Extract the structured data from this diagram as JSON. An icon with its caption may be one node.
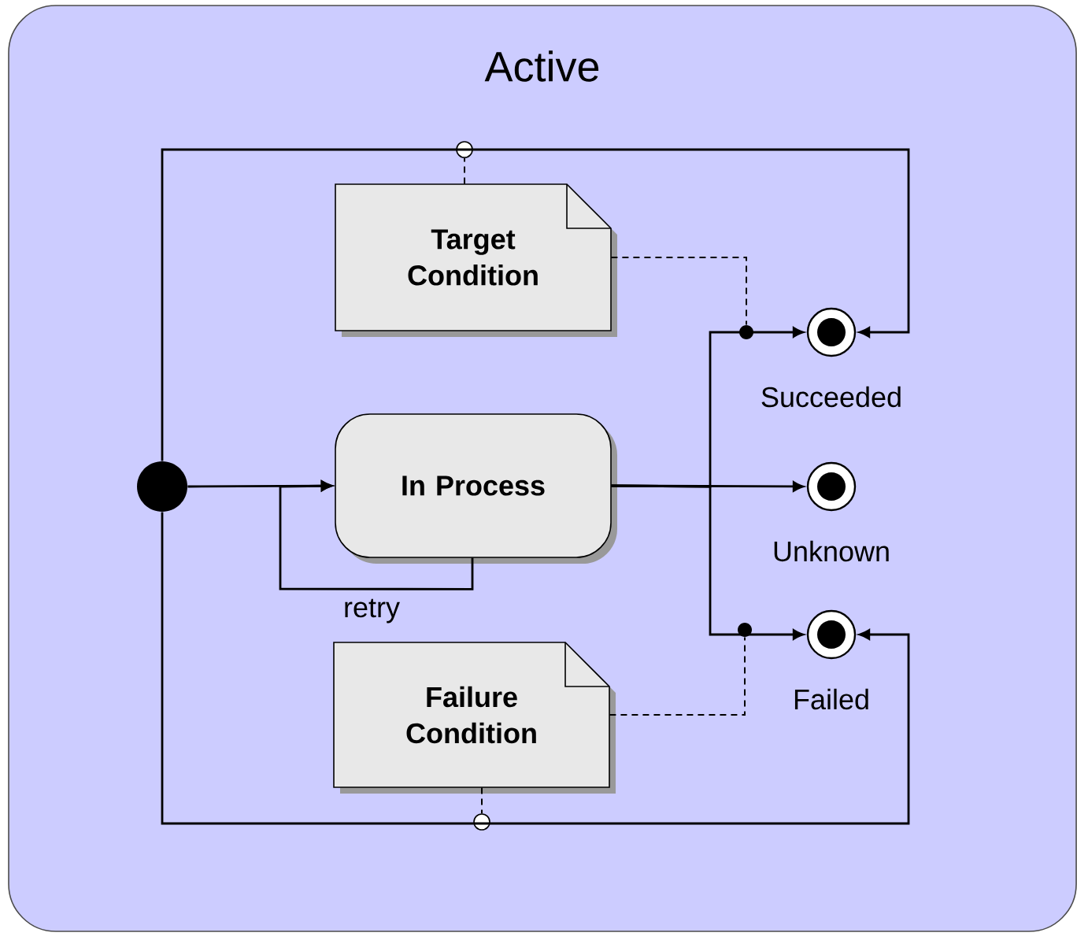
{
  "diagram": {
    "nodes": [
      {
        "text": [
          "Active"
        ]
      },
      {
        "text": [],
        "shape": "circle",
        "in": 0
      },
      {
        "text": [
          "Target Condition"
        ],
        "in": 0
      },
      {
        "text": [
          "In Process"
        ],
        "in": 0
      },
      {
        "text": [
          "Failure Condition"
        ],
        "in": 0
      },
      {
        "text": [],
        "shape": "circle",
        "beside": [
          "Succeeded"
        ],
        "in": 0
      },
      {
        "text": [],
        "shape": "circle",
        "beside": [
          "Unknown"
        ],
        "in": 0
      },
      {
        "text": [],
        "shape": "circle",
        "beside": [
          "Failed"
        ],
        "in": 0
      },
      {
        "text": [],
        "shape": "circle",
        "in": 0
      },
      {
        "text": [],
        "shape": "circle",
        "in": 0
      },
      {
        "text": [],
        "shape": "circle",
        "in": 0
      },
      {
        "text": [],
        "shape": "circle",
        "in": 0
      }
    ],
    "edges": [
      {
        "from": 1,
        "to": 3,
        "arrow": "to"
      },
      {
        "from": 3,
        "to": 3,
        "arrow": "to",
        "label": "retry"
      },
      {
        "from": 1,
        "to": 5,
        "arrow": "to"
      },
      {
        "from": 1,
        "to": 7,
        "arrow": "to"
      },
      {
        "from": 3,
        "to": 6,
        "arrow": "to"
      },
      {
        "from": 3,
        "to": 5,
        "arrow": "to"
      },
      {
        "from": 3,
        "to": 7,
        "arrow": "to"
      },
      {
        "from": 2,
        "to": 9,
        "arrow": "none",
        "style": "dashed"
      },
      {
        "from": 2,
        "to": 8,
        "arrow": "none",
        "style": "dashed"
      },
      {
        "from": 4,
        "to": 10,
        "arrow": "none",
        "style": "dashed"
      },
      {
        "from": 4,
        "to": 11,
        "arrow": "none",
        "style": "dashed"
      }
    ]
  }
}
